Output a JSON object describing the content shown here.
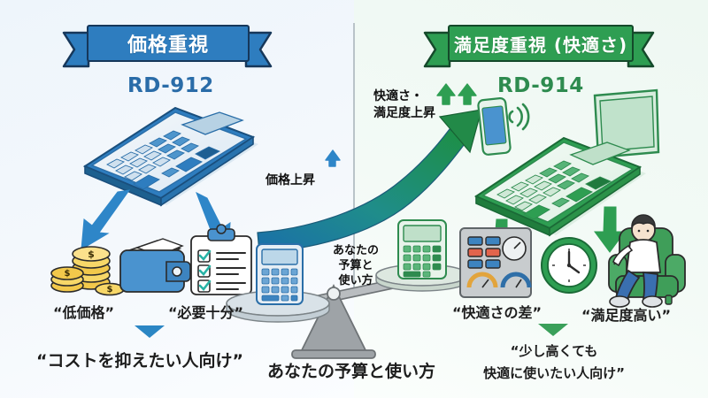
{
  "left": {
    "ribbon_label": "価格重視",
    "model": "RD-912",
    "device_icon": "calculator-icon",
    "benefits": [
      {
        "icon": "coins-icon",
        "label": "“低価格”"
      },
      {
        "icon": "wallet-icon",
        "label": ""
      },
      {
        "icon": "checklist-icon",
        "label": "“必要十分”"
      }
    ],
    "conclusion": "“コストを抑えたい人向け”",
    "arrow_down_icon": "triangle-down-icon"
  },
  "right": {
    "ribbon_label": "満足度重視 (快適さ)",
    "model": "RD-914",
    "device_icons": [
      "calculator-icon",
      "smartphone-wifi-icon",
      "tablet-icon"
    ],
    "benefits": [
      {
        "icon": "control-panel-icon",
        "label": "“快適さの差”"
      },
      {
        "icon": "clock-icon",
        "label": ""
      },
      {
        "icon": "relaxing-person-icon",
        "label": "“満足度高い”"
      }
    ],
    "conclusion_line1": "“少し高くても",
    "conclusion_line2": "快適に使いたい人向け”",
    "arrow_down_icon": "triangle-down-icon"
  },
  "center": {
    "price_rise_label": "価格上昇",
    "price_rise_arrow_icon": "arrow-up-blue-icon",
    "comfort_rise_line1": "快適さ・",
    "comfort_rise_line2": "満足度上昇",
    "comfort_rise_arrow_icon": "arrow-up-green-icon",
    "curve_icon": "rising-curved-arrow-icon",
    "scale_icon": "balance-scale-icon",
    "scale_overlay_line1": "あなたの",
    "scale_overlay_line2": "予算と",
    "scale_overlay_line3": "使い方",
    "scale_caption": "あなたの予算と使い方"
  },
  "colors": {
    "blue": "#2e7dbf",
    "blue_dark": "#16375a",
    "blue_text": "#2a6ca8",
    "green": "#2e9e52",
    "green_dark": "#14492a",
    "green_text": "#2e8b4f",
    "bg_left": "#eef5fb",
    "bg_right": "#eef8f2",
    "divider": "#b9c3c8"
  }
}
